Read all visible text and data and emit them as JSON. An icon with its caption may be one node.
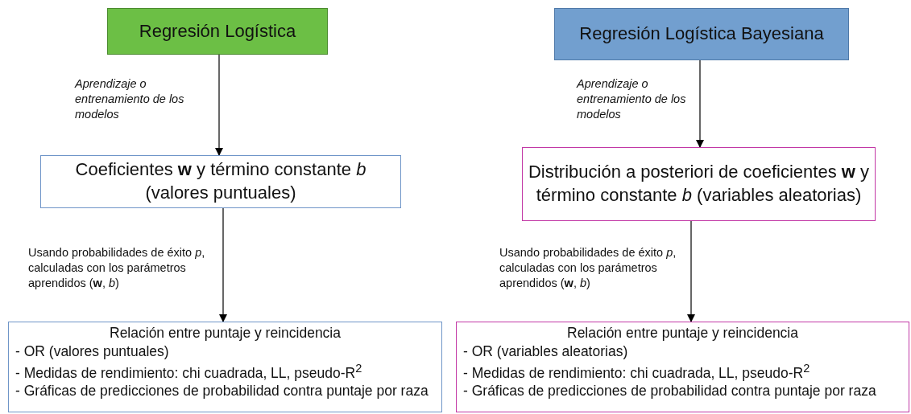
{
  "diagram": {
    "nodes": [
      {
        "text": [
          "Regresión Logística"
        ]
      },
      {
        "text": [
          "Coeficientes **w** y término constante *b* (valores puntuales)"
        ]
      },
      {
        "text": [
          "Relación entre puntaje y reincidencia",
          "- OR (valores puntuales)",
          "- Medidas de rendimiento: chi cuadrada, LL, pseudo-R$^{2}$",
          "- Gráficas de predicciones de probabilidad contra puntaje por raza"
        ]
      },
      {
        "text": [
          "Regresión Logística Bayesiana"
        ]
      },
      {
        "text": [
          "Distribución a posteriori de coeficientes **w** y término constante *b* (variables aleatorias)"
        ]
      },
      {
        "text": [
          "Relación entre puntaje y reincidencia",
          "- OR (variables aleatorias)",
          "- Medidas de rendimiento: chi cuadrada, LL, pseudo-R$^{2}$",
          "- Gráficas de predicciones de probabilidad contra puntaje por raza"
        ]
      }
    ],
    "edges": [
      {
        "from": 0,
        "to": 1,
        "arrow": "to",
        "label": "Aprendizaje o entrenamiento de los modelos"
      },
      {
        "from": 1,
        "to": 2,
        "arrow": "to",
        "label": "Usando probabilidades de éxito *p*, calculadas con los parámetros aprendidos (**w**, *b*)"
      },
      {
        "from": 3,
        "to": 4,
        "arrow": "to",
        "label": "Aprendizaje o entrenamiento de los modelos"
      },
      {
        "from": 4,
        "to": 5,
        "arrow": "to",
        "label": "Usando probabilidades de éxito *p*, calculadas con los parámetros aprendidos (**w**, *b*)"
      }
    ]
  }
}
